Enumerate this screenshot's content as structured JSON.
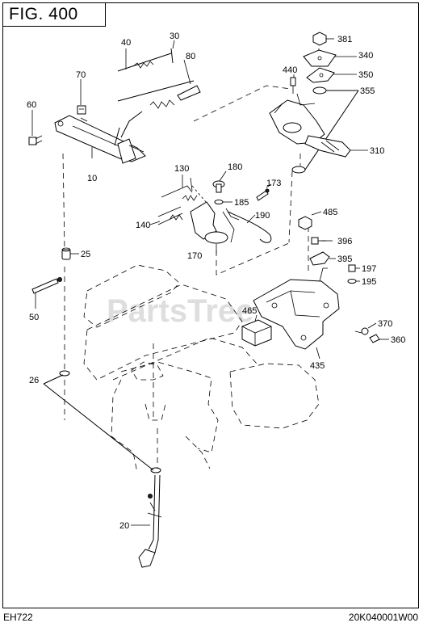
{
  "figure": {
    "title": "FIG. 400"
  },
  "footer": {
    "left_code": "EH722",
    "right_code": "20K040001W00"
  },
  "watermark": {
    "text": "PartsTree"
  },
  "callouts": {
    "c40": "40",
    "c30": "30",
    "c80": "80",
    "c70": "70",
    "c60": "60",
    "c10": "10",
    "c25": "25",
    "c50": "50",
    "c26": "26",
    "c20": "20",
    "c130": "130",
    "c180": "180",
    "c185": "185",
    "c173": "173",
    "c190": "190",
    "c140": "140",
    "c170": "170",
    "c381": "381",
    "c340": "340",
    "c440": "440",
    "c350": "350",
    "c355": "355",
    "c310": "310",
    "c485": "485",
    "c396": "396",
    "c395": "395",
    "c197": "197",
    "c195": "195",
    "c465": "465",
    "c370": "370",
    "c360": "360",
    "c435": "435"
  }
}
